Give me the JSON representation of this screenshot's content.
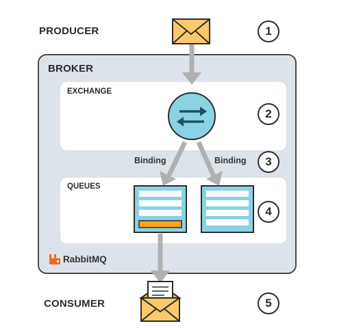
{
  "labels": {
    "producer": "PRODUCER",
    "broker": "BROKER",
    "exchange": "EXCHANGE",
    "queues": "QUEUES",
    "consumer": "CONSUMER",
    "binding_left": "Binding",
    "binding_right": "Binding",
    "brand": "RabbitMQ"
  },
  "steps": [
    "1",
    "2",
    "3",
    "4",
    "5"
  ],
  "icons": {
    "producer": "envelope-icon",
    "exchange": "swap-arrows-icon",
    "queue": "queue-stack-icon",
    "consumer": "open-envelope-letter-icon",
    "brand": "rabbitmq-logo-icon"
  },
  "colors": {
    "broker_bg": "#dde3ea",
    "panel_bg": "#ffffff",
    "exchange_circle": "#8ad3e4",
    "queue_bg": "#8ad3e4",
    "envelope": "#fbc96b",
    "highlight_message": "#f5a623",
    "arrow": "#b0b0b0",
    "outline": "#2b2b2b"
  }
}
